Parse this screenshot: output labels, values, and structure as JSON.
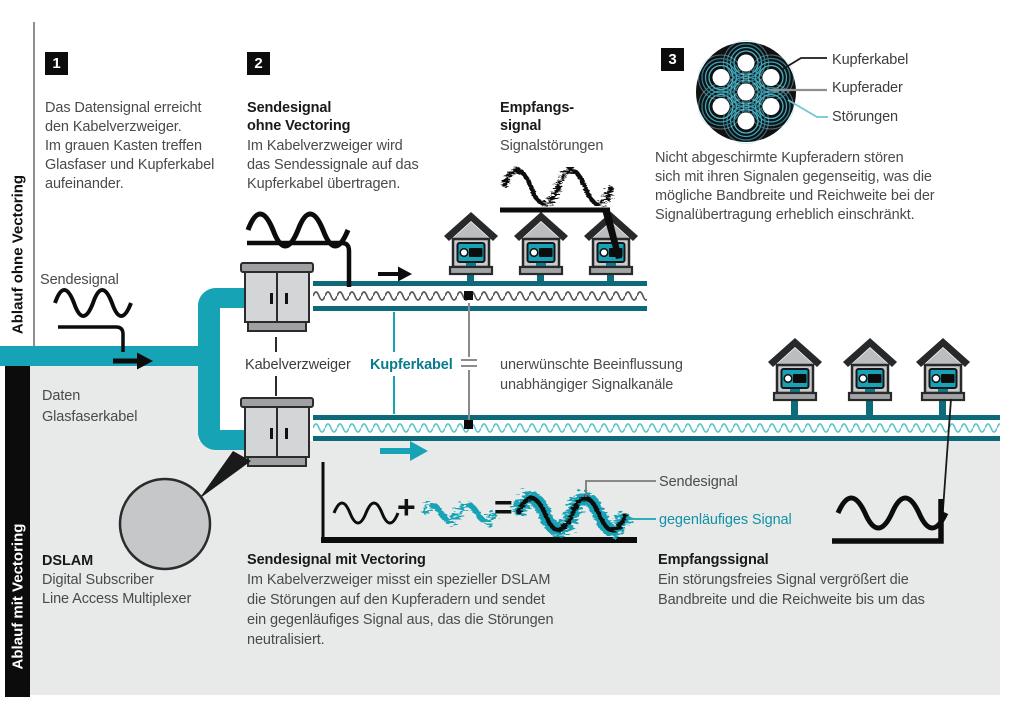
{
  "sidebar": {
    "top_label": "Ablauf ohne Vectoring",
    "bottom_label": "Ablauf mit Vectoring"
  },
  "step1": {
    "badge": "1",
    "text": "Das Datensignal erreicht\nden Kabelverzweiger.\nIm grauen Kasten treffen\nGlasfaser und Kupferkabel\naufeinander."
  },
  "step2": {
    "badge": "2",
    "title": "Sendesignal\nohne Vectoring",
    "text": "Im Kabelverzweiger wird\ndas Sendessignale auf das\nKupferkabel übertragen."
  },
  "reception": {
    "title": "Empfangs-\nsignal",
    "subtitle": "Signalstörungen"
  },
  "step3": {
    "badge": "3",
    "text": "Nicht abgeschirmte Kupferadern  stören\nsich mit ihren Signalen gegenseitig, was die\nmögliche Bandbreite und Reichweite bei der\nSignalübertragung erheblich einschränkt."
  },
  "cross_section": {
    "label_cable": "Kupferkabel",
    "label_wire": "Kupferader",
    "label_noise": "Störungen"
  },
  "pipe_labels": {
    "sendesignal": "Sendesignal",
    "daten": "Daten\nGlasfaserkabel",
    "kabelverzweiger": "Kabelverzweiger",
    "kupferkabel": "Kupferkabel"
  },
  "crosstalk": {
    "text": "unerwünschte Beeinflussung\nunabhängiger Signalkanäle"
  },
  "dslam": {
    "title": "DSLAM",
    "text": "Digital Subscriber\nLine Access Multiplexer"
  },
  "vectoring_send": {
    "title": "Sendesignal mit Vectoring",
    "text": "Im Kabelverzweiger misst ein spezieller DSLAM\ndie Störungen auf den Kupferadern und sendet\nein gegenläufiges Signal aus, das die Störungen\nneutralisiert."
  },
  "vectoring_recv": {
    "title": "Empfangssignal",
    "text": "Ein störungsfreies Signal vergrößert die\nBandbreite und die Reichweite bis um das"
  },
  "signal_labels": {
    "sendesignal": "Sendesignal",
    "gegenlaeufig": "gegenläufiges Signal"
  },
  "formula": {
    "plus": "+",
    "equals": "="
  },
  "colors": {
    "teal": "#16a3b5",
    "teal_dark": "#0e6a78",
    "teal_light": "#63c3cf",
    "gray_bg": "#e8e9e9"
  }
}
